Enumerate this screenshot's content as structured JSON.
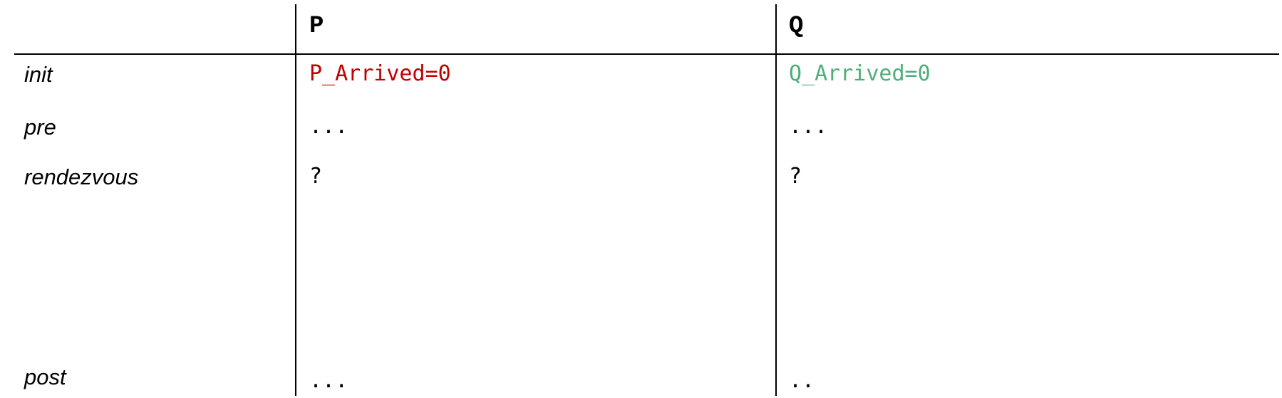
{
  "columns": {
    "p": "P",
    "q": "Q"
  },
  "colors": {
    "p_init": "#c00000",
    "q_init": "#4caf77"
  },
  "rows": [
    {
      "label": "init",
      "p": "P_Arrived=0",
      "q": "Q_Arrived=0"
    },
    {
      "label": "pre",
      "p": "...",
      "q": "..."
    },
    {
      "label": "rendezvous",
      "p": "?",
      "q": "?"
    },
    {
      "label": "post",
      "p": "...",
      "q": ".."
    }
  ]
}
